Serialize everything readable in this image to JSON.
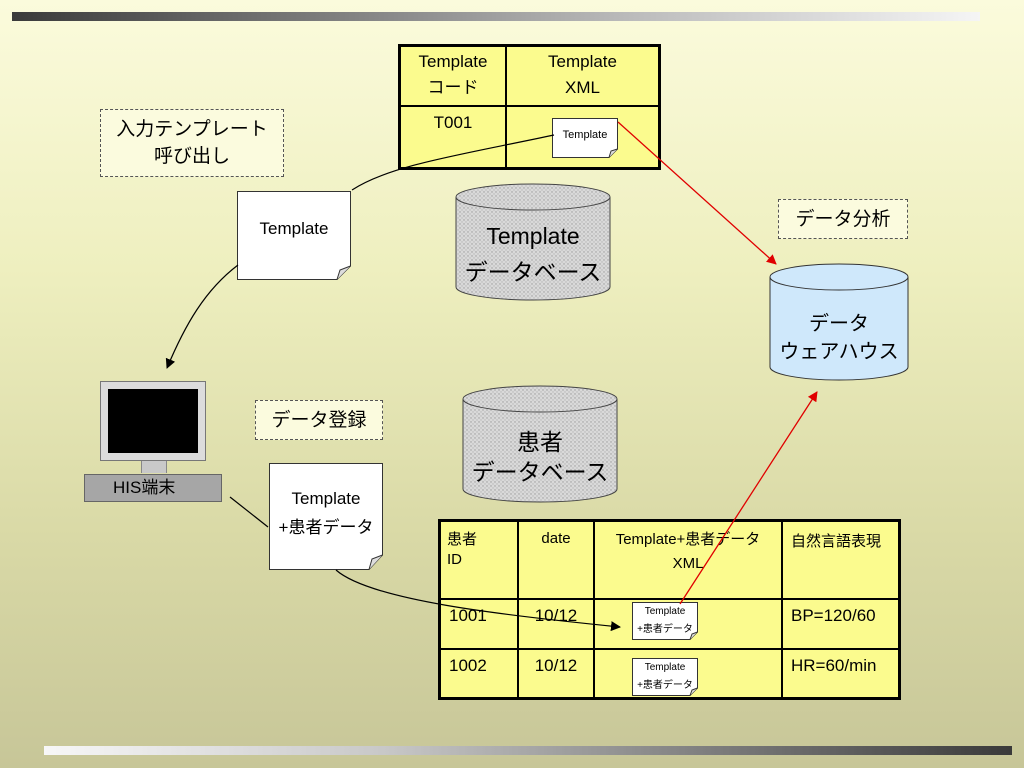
{
  "callouts": {
    "template_call": [
      "入力テンプレート",
      "呼び出し"
    ],
    "data_analysis": "データ分析",
    "data_register": "データ登録"
  },
  "template_table": {
    "headers": [
      [
        "Template",
        "コード"
      ],
      [
        "Template",
        "XML"
      ]
    ],
    "rows": [
      {
        "code": "T001",
        "xml_doc": "Template"
      }
    ]
  },
  "documents": {
    "template_doc": "Template",
    "template_patient_doc": [
      "Template",
      "+患者データ"
    ]
  },
  "his_terminal": {
    "label": "HIS端末"
  },
  "databases": {
    "template_db": [
      "Template",
      "データベース"
    ],
    "patient_db": [
      "患者",
      "データベース"
    ],
    "warehouse": [
      "データ",
      "ウェアハウス"
    ]
  },
  "patient_table": {
    "headers": [
      [
        "患者",
        "ID"
      ],
      [
        "date"
      ],
      [
        "Template+患者データ",
        "XML"
      ],
      [
        "自然言語表現"
      ]
    ],
    "rows": [
      {
        "id": "1001",
        "date": "10/12",
        "doc": [
          "Template",
          "+患者データ"
        ],
        "nl": "BP=120/60"
      },
      {
        "id": "1002",
        "date": "10/12",
        "doc": [
          "Template",
          "+患者データ"
        ],
        "nl": "HR=60/min"
      }
    ]
  },
  "colors": {
    "table_fill": "#fbfb8e",
    "warehouse_fill": "#cfe8fb",
    "db_fill": "#d8d8d8",
    "arrow_red": "#e00000"
  }
}
